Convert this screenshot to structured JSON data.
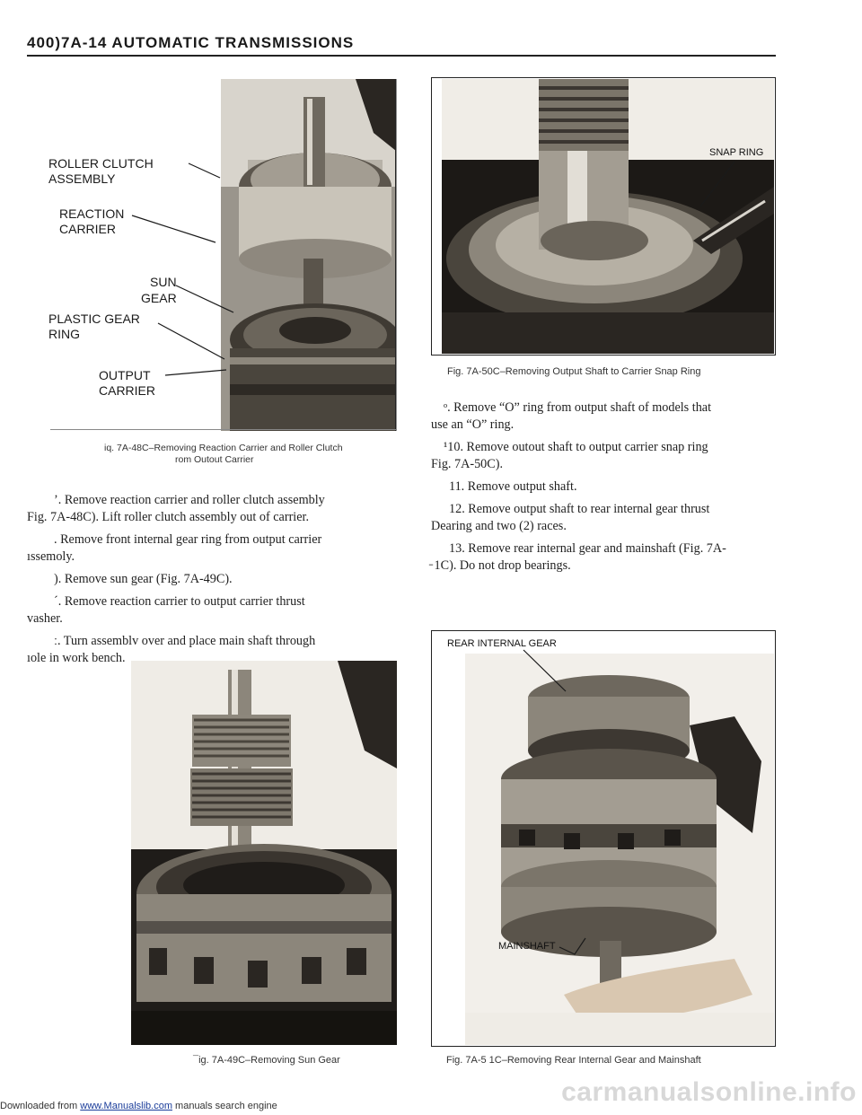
{
  "header": {
    "title": "400)7A-14   AUTOMATIC TRANSMISSIONS"
  },
  "figures": {
    "fig48": {
      "labels": {
        "roller_clutch": "ROLLER CLUTCH",
        "roller_clutch_2": "ASSEMBLY",
        "reaction": "REACTION",
        "reaction_2": "CARRIER",
        "sun": "SUN",
        "sun_2": "GEAR",
        "plastic": "PLASTIC GEAR",
        "plastic_2": "RING",
        "output": "OUTPUT",
        "output_2": "CARRIER"
      },
      "caption_1": "iq. 7A-48C–Removing Reaction Carrier and Roller Clutch",
      "caption_2": "rom Outout Carrier"
    },
    "fig49": {
      "caption": "¯ig. 7A-49C–Removing Sun Gear"
    },
    "fig50": {
      "label": "SNAP RING",
      "caption": "Fig. 7A-50C–Removing Output Shaft to Carrier Snap Ring"
    },
    "fig51": {
      "label_top": "REAR INTERNAL GEAR",
      "label_bottom": "MAINSHAFT",
      "caption": "Fig. 7A-5 1C–Removing Rear Internal Gear and Mainshaft"
    }
  },
  "left_text": [
    "’. Remove reaction carrier and roller clutch assembly",
    "Fig. 7A-48C). Lift roller clutch assembly out of carrier.",
    ". Remove front internal gear ring from output carrier",
    "ıssemoly.",
    "). Remove sun gear (Fig. 7A-49C).",
    "´. Remove reaction carrier to output carrier thrust",
    "vasher.",
    "ː. Turn assemblv over and place main shaft through",
    "ıole in work bench."
  ],
  "right_text": [
    "ᵒ. Remove “O” ring from output shaft of models that",
    "use an “O” ring.",
    "¹10. Remove outout shaft to output carrier snap ring",
    "Fig. 7A-50C).",
    "11. Remove output shaft.",
    "12. Remove output shaft to rear internal gear thrust",
    "Dearing and two (2) races.",
    "13. Remove rear internal gear and mainshaft (Fig. 7A-",
    "̵ 1C). Do not drop bearings."
  ],
  "footer": {
    "prefix": "Downloaded from ",
    "link": "www.Manualslib.com",
    "suffix": " manuals search engine"
  },
  "watermark": "carmanualsonline.info"
}
